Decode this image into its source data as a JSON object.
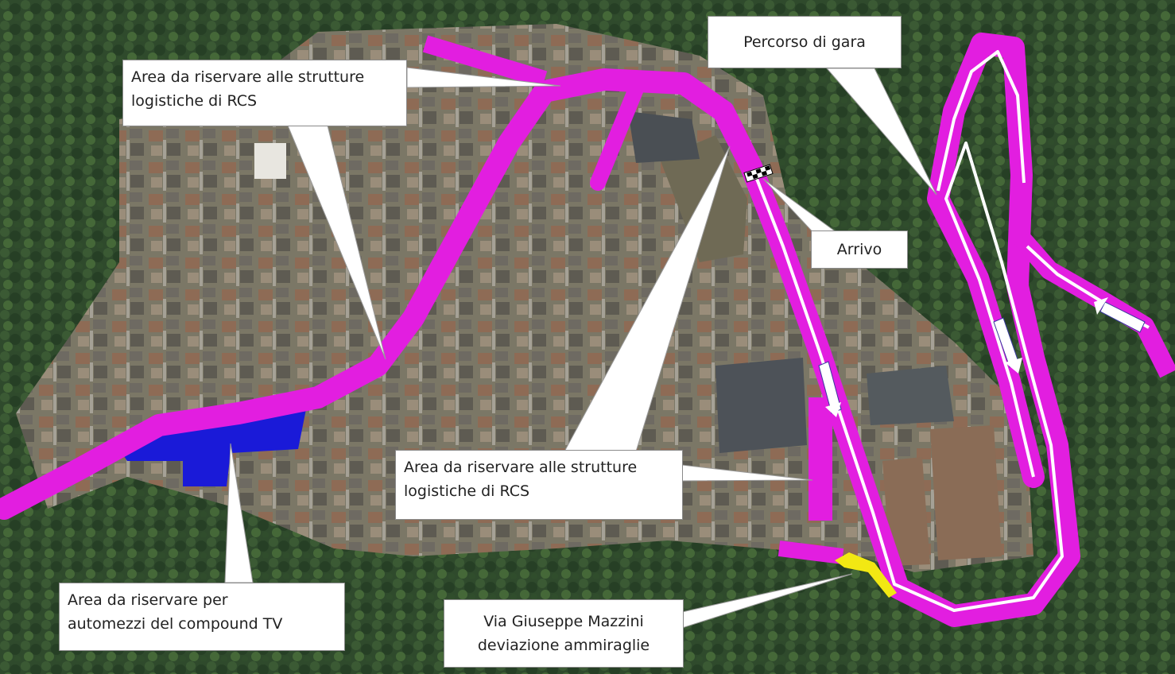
{
  "colors": {
    "route": "#e21ee0",
    "compound": "#1a1ad8",
    "deviation": "#f2e813",
    "route_line": "#ffffff",
    "vegetation": "#2d4a2a",
    "urban": "#8a8470"
  },
  "icons": {
    "finish": "checkered-finish-icon",
    "direction": "direction-arrow-icon"
  },
  "labels": {
    "percorso": "Percorso di gara",
    "arrivo": "Arrivo",
    "rcs_top_line1": "Area da riservare alle strutture",
    "rcs_top_line2": "logistiche di RCS",
    "rcs_mid_line1": "Area da riservare alle strutture",
    "rcs_mid_line2": "logistiche di RCS",
    "tv_line1": "Area da riservare per",
    "tv_line2": "automezzi del compound TV",
    "mazzini_line1": "Via Giuseppe Mazzini",
    "mazzini_line2": "deviazione ammiraglie"
  }
}
